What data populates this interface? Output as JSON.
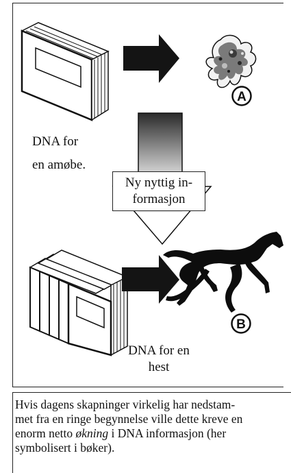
{
  "diagram": {
    "label_dna_amoeba_line1": "DNA for",
    "label_dna_amoeba_line2": "en amøbe.",
    "info_box_line1": "Ny nyttig in-",
    "info_box_line2": "formasjon",
    "label_dna_horse_line1": "DNA for en",
    "label_dna_horse_line2": "hest",
    "badge_a": "A",
    "badge_b": "B"
  },
  "caption": {
    "line1": "Hvis dagens skapninger virkelig har nedstam-",
    "line2": "met fra en ringe begynnelse ville dette kreve en",
    "line3_pre": "enorm netto ",
    "line3_em": "økning",
    "line3_post": " i DNA informasjon (her",
    "line4": "symbolisert i bøker)."
  },
  "colors": {
    "ink": "#111111",
    "arrow_fill": "#141414",
    "gradient_top": "#2a2a2a",
    "gradient_bottom": "#e6e6e6"
  },
  "icons": [
    "book-icon",
    "books-stack-icon",
    "amoeba-icon",
    "horse-icon",
    "arrow-right-icon",
    "arrow-down-icon"
  ]
}
